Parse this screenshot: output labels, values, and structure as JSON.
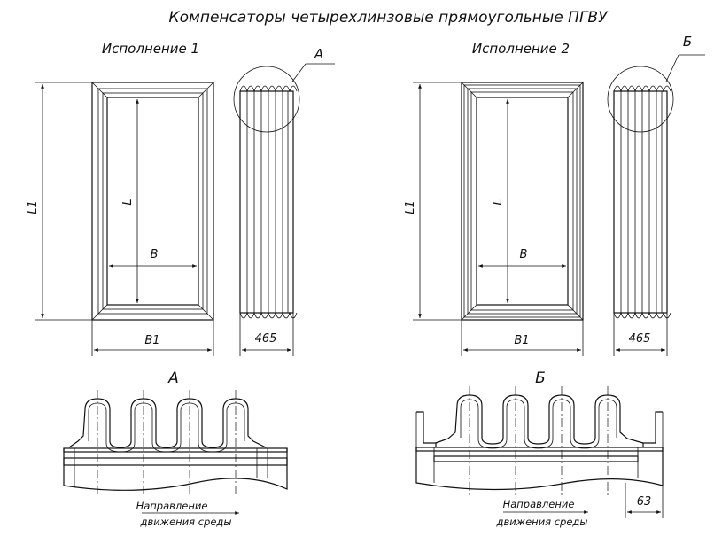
{
  "title": "Компенсаторы четырехлинзовые прямоугольные ПГВУ",
  "version1": {
    "label": "Исполнение 1",
    "callout": "А",
    "dim_L1": "L1",
    "dim_L": "L",
    "dim_B": "B",
    "dim_B1": "B1",
    "dim_depth": "465"
  },
  "version2": {
    "label": "Исполнение 2",
    "callout": "Б",
    "dim_L1": "L1",
    "dim_L": "L",
    "dim_B": "B",
    "dim_B1": "B1",
    "dim_depth": "465"
  },
  "detailA": {
    "label": "А",
    "flow_line1": "Направление",
    "flow_line2": "движения среды"
  },
  "detailB": {
    "label": "Б",
    "flow_line1": "Направление",
    "flow_line2": "движения среды",
    "dim_63": "63"
  }
}
